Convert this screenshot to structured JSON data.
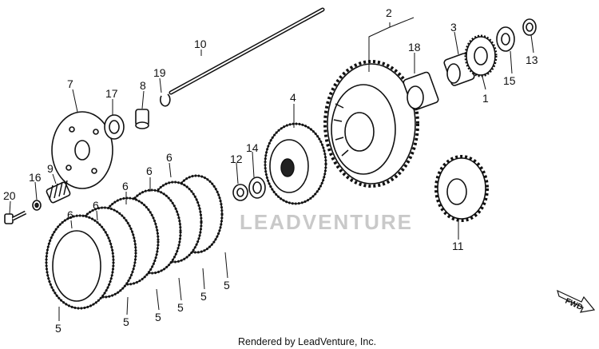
{
  "diagram": {
    "watermark": "LEADVENTURE",
    "credit": "Rendered by LeadVenture, Inc.",
    "direction_label": "FWD",
    "callouts": {
      "c1": "1",
      "c2": "2",
      "c3": "3",
      "c4": "4",
      "c5": "5",
      "c6": "6",
      "c7": "7",
      "c8": "8",
      "c9": "9",
      "c10": "10",
      "c11": "11",
      "c12": "12",
      "c13": "13",
      "c14": "14",
      "c15": "15",
      "c16": "16",
      "c17": "17",
      "c18": "18",
      "c19": "19",
      "c20": "20"
    }
  }
}
